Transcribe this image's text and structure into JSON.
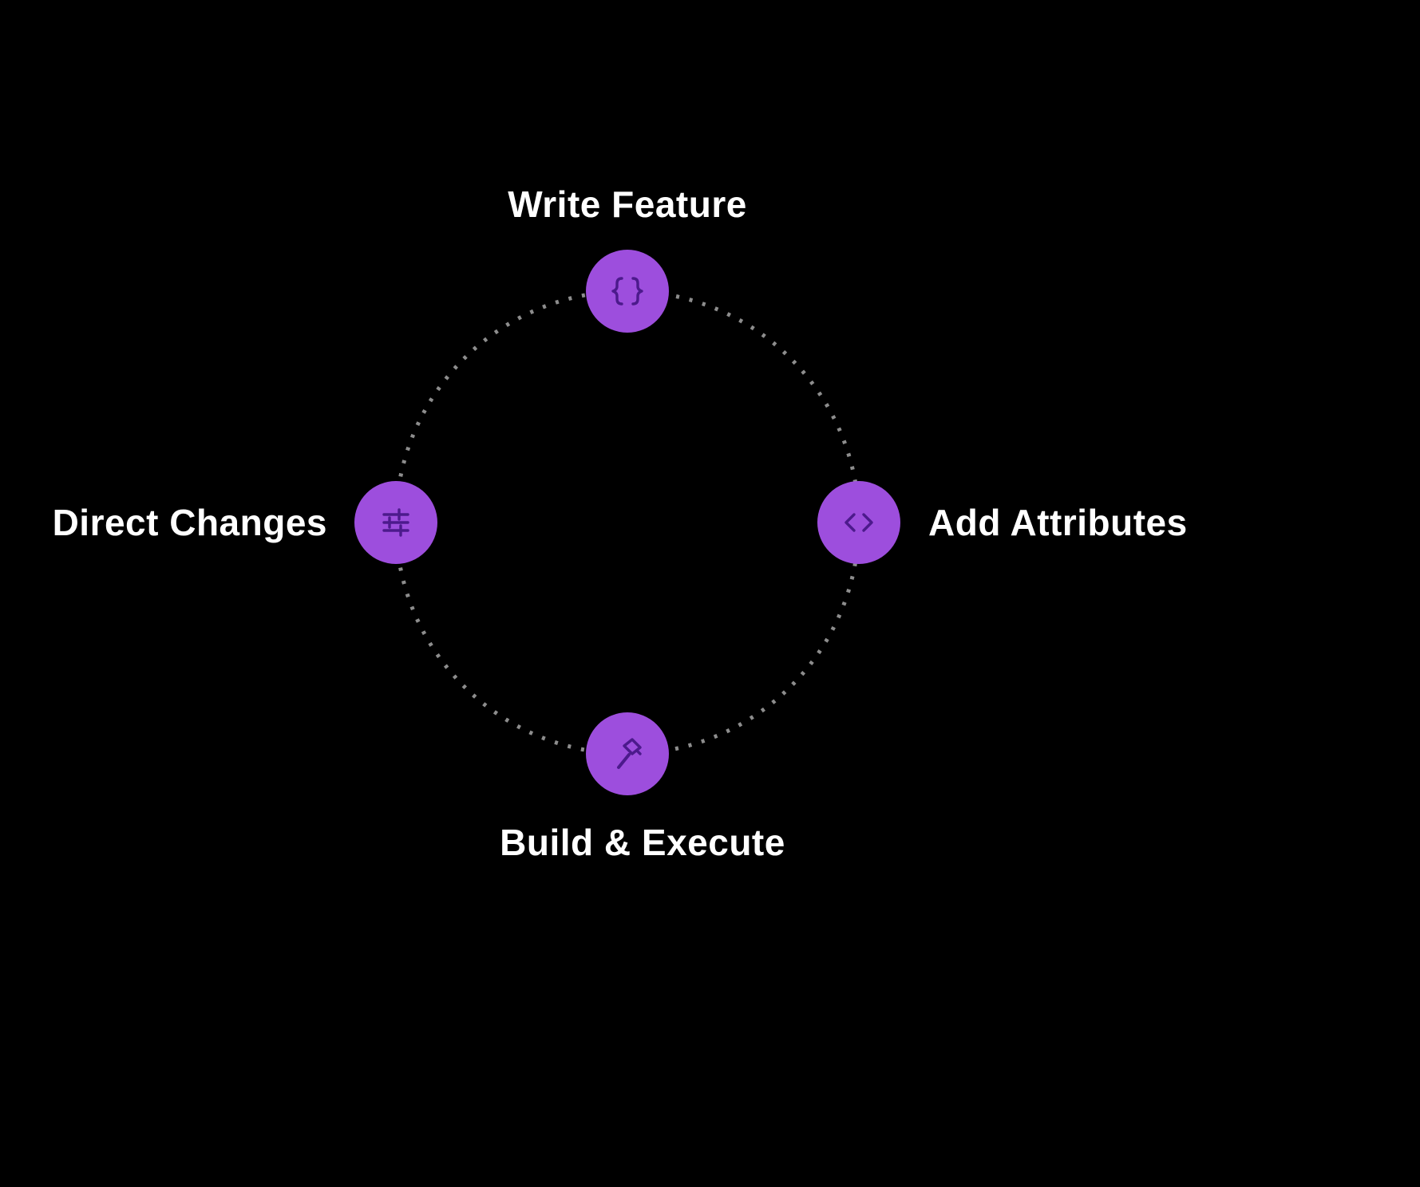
{
  "colors": {
    "background": "#000000",
    "node": "#9d4edd",
    "icon": "#4c1a8c",
    "ring": "#8d8d8d",
    "label": "#ffffff"
  },
  "diagram": {
    "type": "cycle",
    "nodes": [
      {
        "label": "Write Feature",
        "icon": "curly-braces-icon",
        "position": "top"
      },
      {
        "label": "Add Attributes",
        "icon": "code-brackets-icon",
        "position": "right"
      },
      {
        "label": "Build & Execute",
        "icon": "hammer-icon",
        "position": "bottom"
      },
      {
        "label": "Direct Changes",
        "icon": "sliders-icon",
        "position": "left"
      }
    ]
  }
}
